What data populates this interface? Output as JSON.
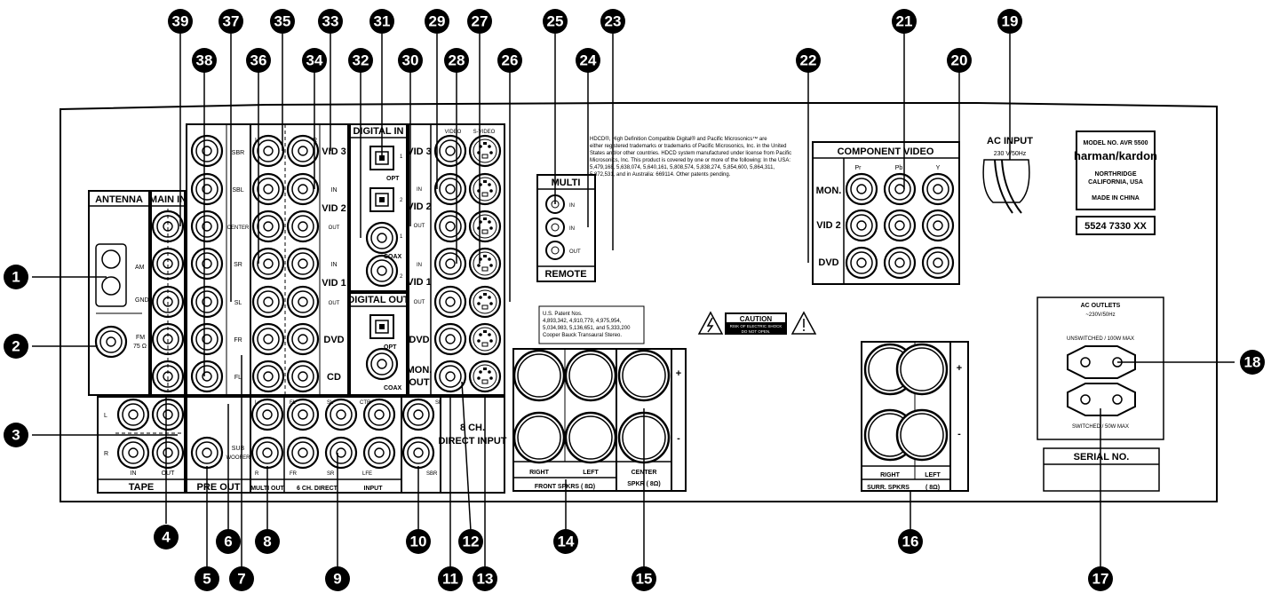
{
  "panel": {
    "antenna_title": "ANTENNA",
    "am": "AM",
    "gnd": "GND",
    "fm": "FM",
    "fm_ohm": "75 Ω",
    "main_in": "MAIN IN",
    "tape_title": "TAPE",
    "tape_l": "L",
    "tape_r": "R",
    "tape_in": "IN",
    "tape_out": "OUT",
    "pre_out": "PRE OUT",
    "sub": "SUB",
    "woofer": "WOOFER",
    "ch_sbr": "SBR",
    "ch_sbl": "SBL",
    "ch_center": "CENTER",
    "ch_sr": "SR",
    "ch_sl": "SL",
    "ch_fr": "FR",
    "ch_fl": "FL",
    "l": "L",
    "r": "R",
    "vid3": "VID 3",
    "vid2": "VID 2",
    "vid1": "VID 1",
    "dvd": "DVD",
    "cd": "CD",
    "in": "IN",
    "out": "OUT",
    "multi_out": "MULTI OUT",
    "six_ch_direct": "6 CH. DIRECT",
    "input": "INPUT",
    "in_fl": "FL",
    "in_sl": "SL",
    "in_ctr": "CTR",
    "in_fr": "FR",
    "in_sr": "SR",
    "in_lfe": "LFE",
    "in_sbl": "SBL",
    "in_sbr": "SBR",
    "digital_in": "DIGITAL IN",
    "digital_out": "DIGITAL OUT",
    "opt": "OPT",
    "coax": "COAX",
    "one": "1",
    "two": "2",
    "video": "VIDEO",
    "svideo": "S-VIDEO",
    "mon_out_1": "MON.",
    "mon_out_2": "OUT",
    "eight_ch_1": "8 CH.",
    "eight_ch_2": "DIRECT INPUT",
    "multi": "MULTI",
    "remote": "REMOTE",
    "hdcd_1": "HDCD®, High Definition Compatible Digital® and Pacific Microsonics™ are",
    "hdcd_2": "either registered trademarks or trademarks of Pacific Microsonics, Inc. in the United",
    "hdcd_3": "States and/or other countries.  HDCD system manufactured under license from Pacific",
    "hdcd_4": "Microsonics, Inc.  This product is covered by one or more of the following: In the USA:",
    "hdcd_5": "5,479,168, 5,638,074, 5,640,161, 5,808,574, 5,838,274, 5,854,600, 5,864,311,",
    "hdcd_6": "5,872,531, and in Australia: 669114.  Other patents pending.",
    "patent_1": "U.S. Patent Nos.",
    "patent_2": "4,893,342,  4,910,779,  4,975,954,",
    "patent_3": "5,034,983,  5,136,651,  and  5,333,200",
    "patent_4": "Cooper Bauck Transaural Stereo.",
    "caution": "CAUTION",
    "caution_1": "RISK OF ELECTRIC SHOCK",
    "caution_2": "DO NOT OPEN.",
    "component_video": "COMPONENT VIDEO",
    "pr": "Pr",
    "pb": "Pb",
    "y": "Y",
    "mon": "MON.",
    "ac_input": "AC INPUT",
    "ac_input_v": "230 V/50Hz",
    "model": "MODEL NO. AVR 5500",
    "brand": "harman/kardon",
    "northridge": "NORTHRIDGE",
    "california": "CALIFORNIA, USA",
    "made_in": "MADE IN CHINA",
    "serial_code": "5524 7330 XX",
    "ac_outlets": "AC OUTLETS",
    "ac_outlets_v": "~230V/50Hz",
    "unswitched": "UNSWITCHED / 100W MAX",
    "switched": "SWITCHED / 50W MAX",
    "serial_no": "SERIAL NO.",
    "right": "RIGHT",
    "left": "LEFT",
    "center": "CENTER",
    "front_spkrs": "FRONT SPKRS ( 8Ω)",
    "center_spkr": "SPKR ( 8Ω)",
    "surr_spkrs": "SURR. SPKRS",
    "surr_ohm": "( 8Ω)",
    "plus": "+",
    "minus": "-"
  },
  "callouts": {
    "c1": "1",
    "c2": "2",
    "c3": "3",
    "c4": "4",
    "c5": "5",
    "c6": "6",
    "c7": "7",
    "c8": "8",
    "c9": "9",
    "c10": "10",
    "c11": "11",
    "c12": "12",
    "c13": "13",
    "c14": "14",
    "c15": "15",
    "c16": "16",
    "c17": "17",
    "c18": "18",
    "c19": "19",
    "c20": "20",
    "c21": "21",
    "c22": "22",
    "c23": "23",
    "c24": "24",
    "c25": "25",
    "c26": "26",
    "c27": "27",
    "c28": "28",
    "c29": "29",
    "c30": "30",
    "c31": "31",
    "c32": "32",
    "c33": "33",
    "c34": "34",
    "c35": "35",
    "c36": "36",
    "c37": "37",
    "c38": "38",
    "c39": "39"
  }
}
